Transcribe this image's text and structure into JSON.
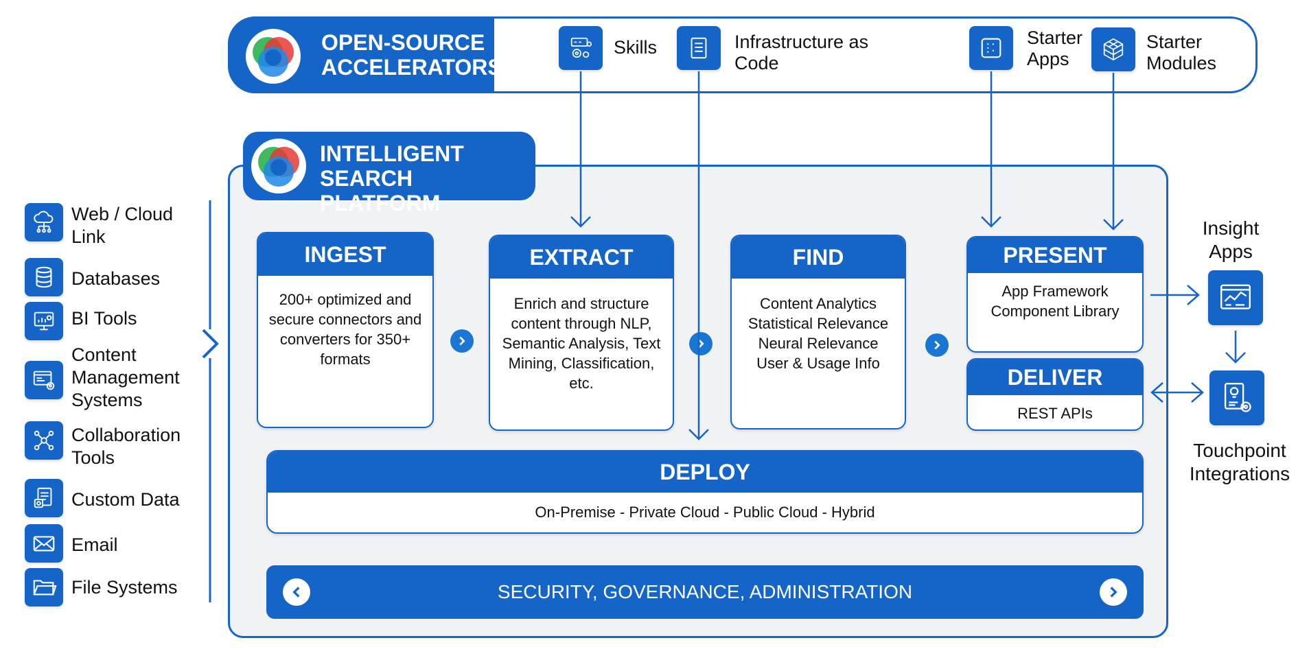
{
  "sources": [
    {
      "label": "Web / Cloud Link",
      "icon": "cloud-network-icon"
    },
    {
      "label": "Databases",
      "icon": "database-icon"
    },
    {
      "label": "BI Tools",
      "icon": "bi-dashboard-icon"
    },
    {
      "label": "Content Management Systems",
      "icon": "cms-settings-icon"
    },
    {
      "label": "Collaboration Tools",
      "icon": "network-nodes-icon"
    },
    {
      "label": "Custom Data",
      "icon": "custom-data-icon"
    },
    {
      "label": "Email",
      "icon": "email-icon"
    },
    {
      "label": "File Systems",
      "icon": "folder-icon"
    }
  ],
  "accelerators": {
    "title": "OPEN-SOURCE ACCELERATORS",
    "items": [
      {
        "label": "Skills",
        "icon": "skills-gears-icon"
      },
      {
        "label": "Infrastructure as Code",
        "icon": "document-icon"
      },
      {
        "label": "Starter Apps",
        "icon": "app-frame-icon"
      },
      {
        "label": "Starter Modules",
        "icon": "modules-cube-icon"
      }
    ]
  },
  "platform": {
    "title": "INTELLIGENT SEARCH PLATFORM",
    "stages": [
      {
        "title": "INGEST",
        "body": "200+ optimized and secure connectors and converters for 350+ formats"
      },
      {
        "title": "EXTRACT",
        "body": "Enrich and structure content through NLP, Semantic Analysis, Text Mining, Classification, etc."
      },
      {
        "title": "FIND",
        "body": "Content Analytics Statistical Relevance Neural Relevance User & Usage Info"
      },
      {
        "title": "PRESENT",
        "body": "App Framework Component Library"
      },
      {
        "title": "DELIVER",
        "body": "REST APIs"
      }
    ],
    "deploy": {
      "title": "DEPLOY",
      "body": "On-Premise - Private Cloud - Public Cloud - Hybrid"
    },
    "security": "SECURITY, GOVERNANCE, ADMINISTRATION"
  },
  "outputs": {
    "insight_apps": "Insight Apps",
    "touchpoint_integrations": "Touchpoint Integrations"
  },
  "colors": {
    "primary": "#1565c8",
    "accent": "#1976d2",
    "panel": "#f1f2f4"
  }
}
